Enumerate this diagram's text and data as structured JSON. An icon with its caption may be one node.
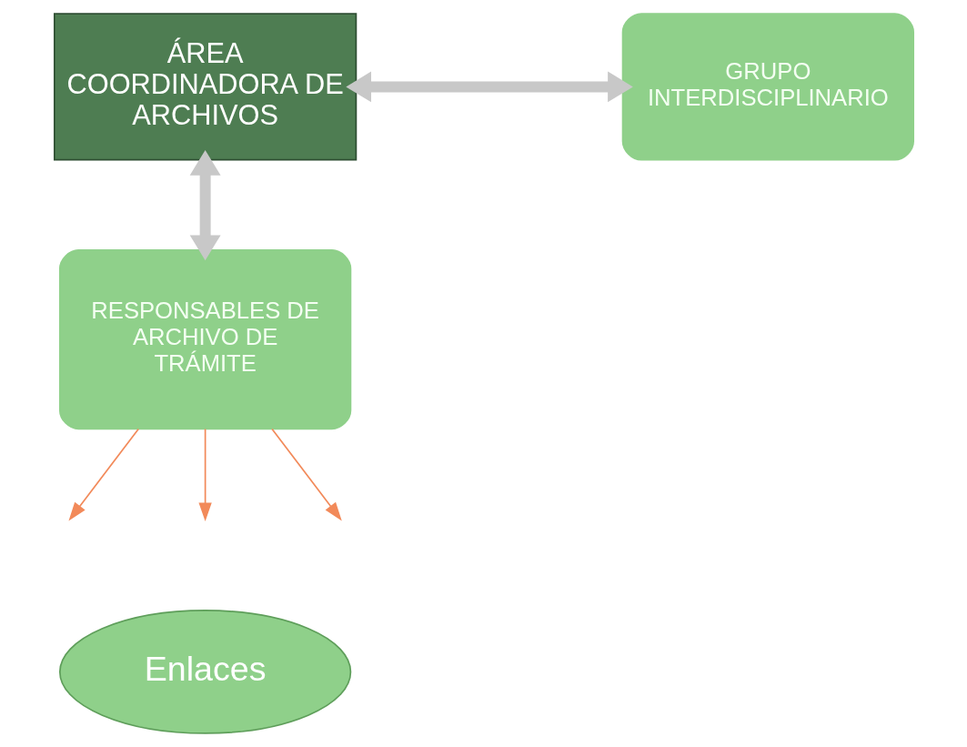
{
  "diagram": {
    "nodes": [
      {
        "text": [
          "ÁREA COORDINADORA DE ARCHIVOS"
        ]
      },
      {
        "text": [
          "GRUPO INTERDISCIPLINARIO"
        ]
      },
      {
        "text": [
          "RESPONSABLES DE ARCHIVO DE TRÁMITE"
        ]
      },
      {
        "text": [
          "Enlaces"
        ]
      }
    ],
    "edges": [
      {
        "from": 0,
        "to": 1,
        "arrow": "both",
        "style": "thick",
        "color": "#c8c8c8"
      },
      {
        "from": 0,
        "to": 2,
        "arrow": "both",
        "style": "thick",
        "color": "#c8c8c8"
      },
      {
        "from": 2,
        "to": null,
        "arrow": "to",
        "color": "#f28a5a"
      },
      {
        "from": 2,
        "to": null,
        "arrow": "to",
        "color": "#f28a5a"
      },
      {
        "from": 2,
        "to": null,
        "arrow": "to",
        "color": "#f28a5a"
      }
    ]
  }
}
